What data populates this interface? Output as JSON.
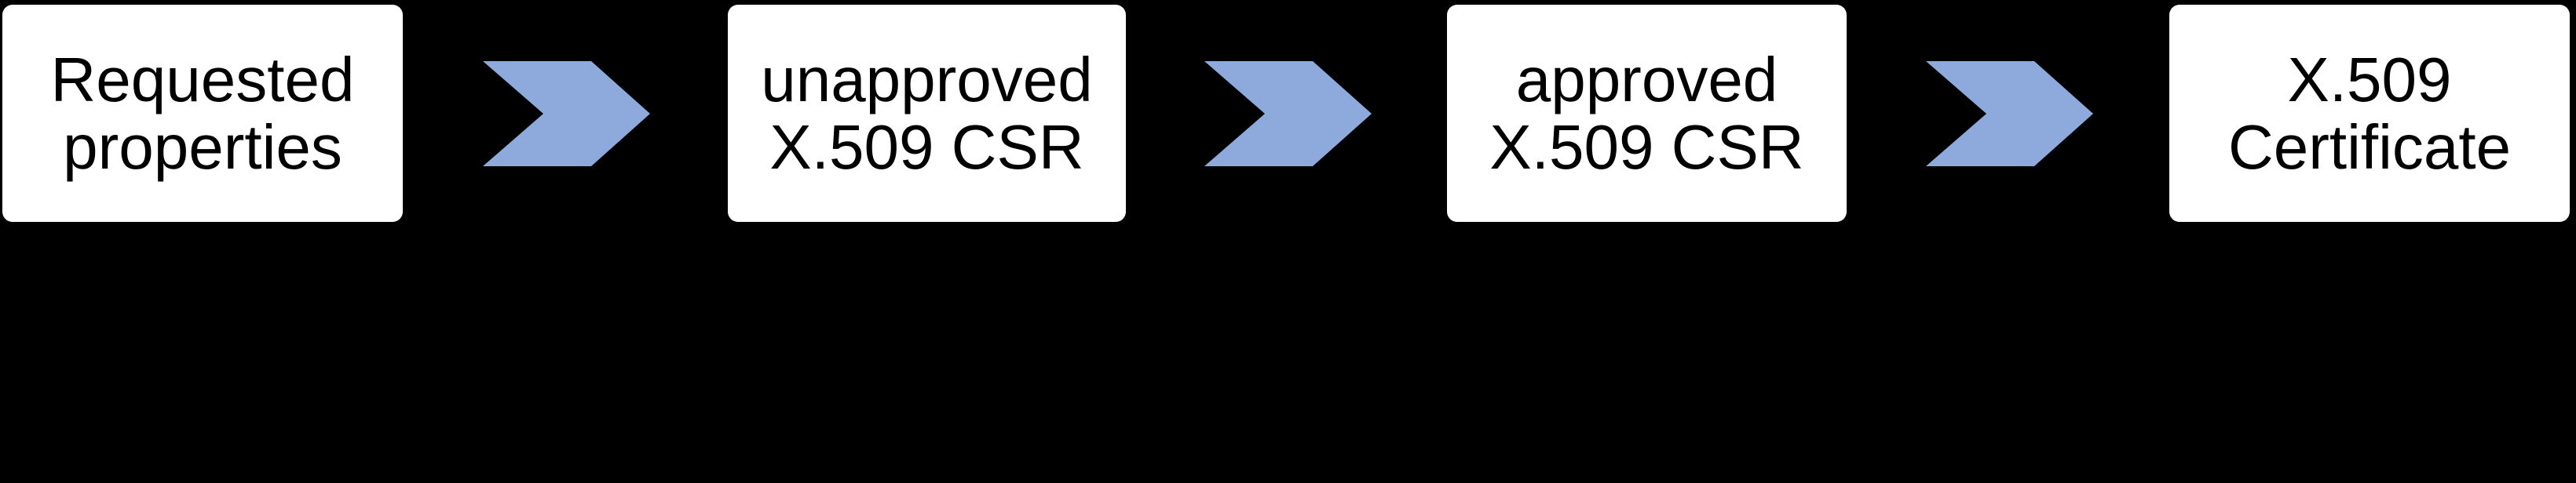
{
  "diagram": {
    "steps": [
      {
        "lines": [
          "Requested",
          "properties"
        ]
      },
      {
        "lines": [
          "unapproved",
          "X.509 CSR"
        ]
      },
      {
        "lines": [
          "approved",
          "X.509 CSR"
        ]
      },
      {
        "lines": [
          "X.509",
          "Certificate"
        ]
      }
    ],
    "arrows": [
      {
        "icon": "chevron-right-icon"
      },
      {
        "icon": "chevron-right-icon"
      },
      {
        "icon": "chevron-right-icon"
      }
    ]
  },
  "colors": {
    "background": "#000000",
    "box-bg": "#FFFFFF",
    "box-text": "#000000",
    "arrow": "#8EA9DB"
  }
}
